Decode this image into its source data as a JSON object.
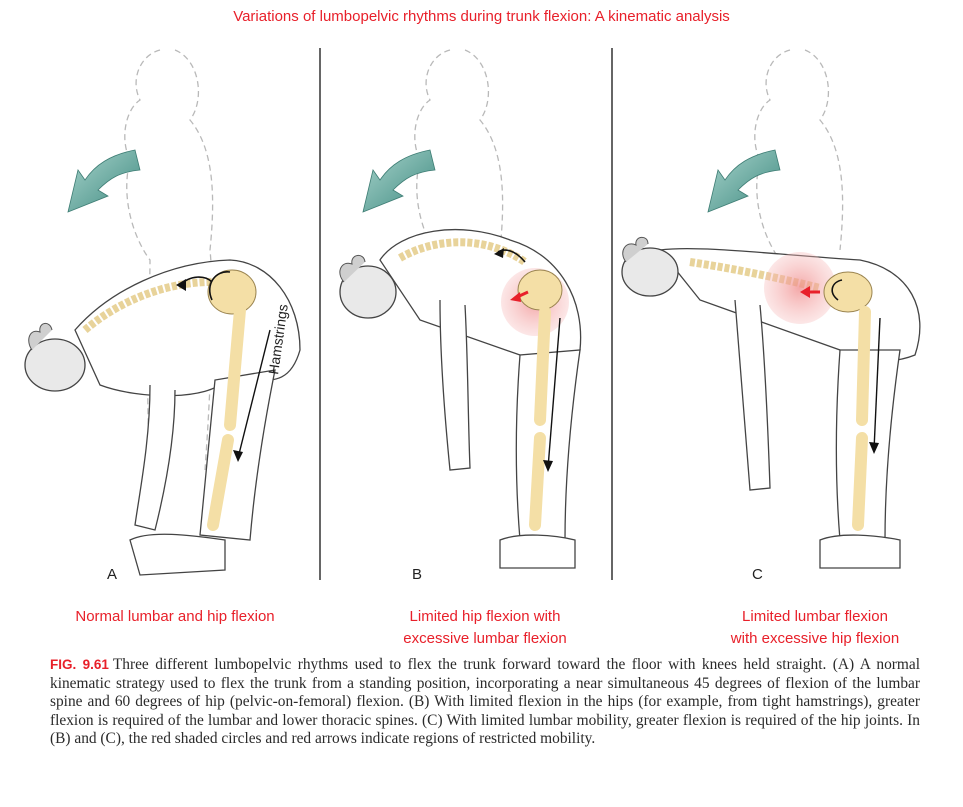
{
  "title": "Variations of lumbopelvic rhythms during trunk flexion: A kinematic analysis",
  "panels": [
    {
      "letter": "A",
      "caption": "Normal lumbar and hip flexion",
      "muscle_label": "Hamstrings"
    },
    {
      "letter": "B",
      "caption_line1": "Limited hip flexion with",
      "caption_line2": "excessive lumbar flexion"
    },
    {
      "letter": "C",
      "caption_line1": "Limited lumbar flexion",
      "caption_line2": "with excessive hip flexion"
    }
  ],
  "figure_caption": {
    "number": "FIG. 9.61",
    "text": "Three different lumbopelvic rhythms used to flex the trunk forward toward the floor with knees held straight. (A) A normal kinematic strategy used to flex the trunk from a standing position, incorporating a near simultaneous 45 degrees of flexion of the lumbar spine and 60 degrees of hip (pelvic-on-femoral) flexion. (B) With limited flexion in the hips (for example, from tight hamstrings), greater flexion is required of the lumbar and lower thoracic spines. (C) With limited lumbar mobility, greater flexion is required of the hip joints. In (B) and (C), the red shaded circles and red arrows indicate regions of restricted mobility."
  },
  "colors": {
    "accent_red": "#e8202a",
    "arrow_teal": "#4f9a8f",
    "bone": "#f4dfa6",
    "restricted_shade": "#f2a5a5"
  }
}
